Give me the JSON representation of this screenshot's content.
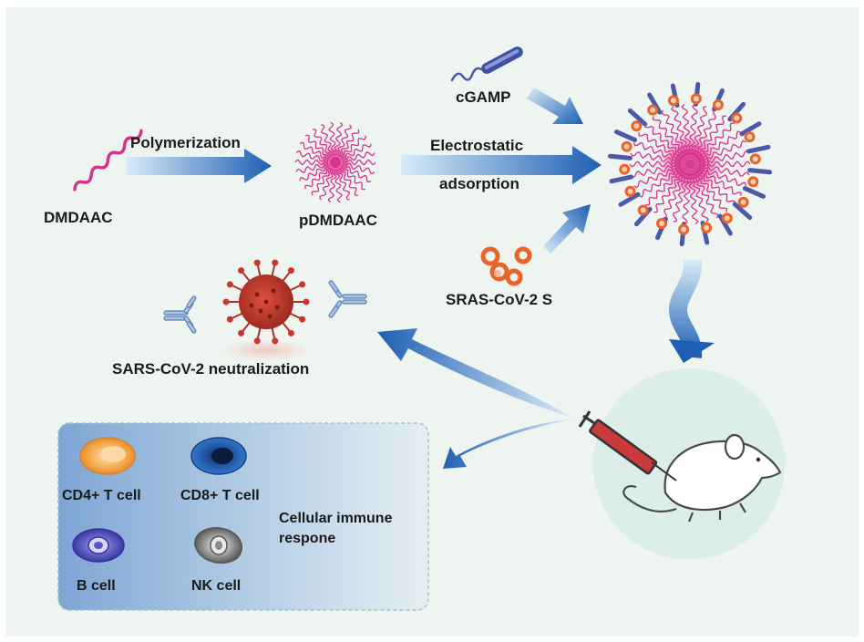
{
  "labels": {
    "monomer": "DMDAAC",
    "step_polymerization": "Polymerization",
    "polymer": "pDMDAAC",
    "step_adsorption_1": "Electrostatic",
    "step_adsorption_2": "adsorption",
    "adjuvant": "cGAMP",
    "antigen": "SRAS-CoV-2 S",
    "neutralization": "SARS-CoV-2 neutralization",
    "cell_cd4": "CD4+ T cell",
    "cell_cd8": "CD8+ T cell",
    "cell_b": "B cell",
    "cell_nk": "NK cell",
    "cellular_1": "Cellular immune",
    "cellular_2": "respone"
  },
  "colors": {
    "background": "#eef5f1",
    "arrow_light": "#cfe6f6",
    "arrow_dark": "#1f5fb3",
    "polymer_pink": "#d6338a",
    "cgamp_blue": "#4a5aa8",
    "antigen_orange": "#e9632a",
    "virus_red": "#c8352b",
    "panel_blue_dark": "#7aa3d2",
    "mouse_circle": "#dbeeea"
  },
  "icons": [
    "pink-wave-icon",
    "polymer-sphere-icon",
    "cgamp-rod-icon",
    "nanovaccine-icon",
    "antigen-spheres-icon",
    "virus-icon",
    "antibody-icon",
    "syringe-icon",
    "mouse-icon",
    "cd4-cell-icon",
    "cd8-cell-icon",
    "b-cell-icon",
    "nk-cell-icon"
  ]
}
